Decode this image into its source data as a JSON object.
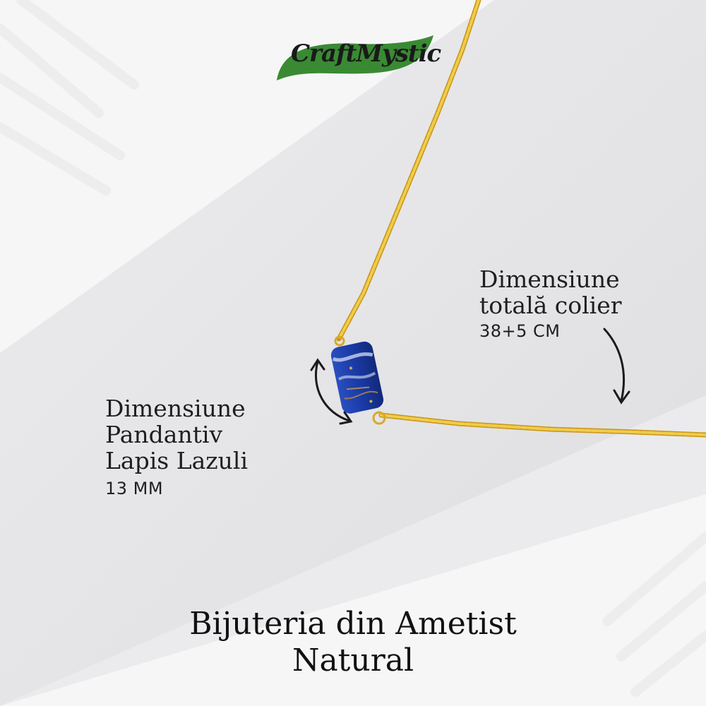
{
  "brand": {
    "name": "CraftMystic",
    "leaf_color": "#3a8a34"
  },
  "labels": {
    "total": {
      "line1": "Dimensiune",
      "line2": "totală colier",
      "measure": "38+5 CM"
    },
    "pendant": {
      "line1": "Dimensiune",
      "line2": "Pandantiv",
      "line3": "Lapis Lazuli",
      "measure": "13 MM"
    }
  },
  "caption": {
    "line1": "Bijuteria din Ametist",
    "line2": "Natural"
  },
  "colors": {
    "chain": "#e2b72c",
    "stone": "#1e3fa8",
    "background": "#f6f6f6",
    "band": "#e4e4e6"
  },
  "icons": {
    "pendant_arrow": "curved-double-arrow-icon",
    "total_arrow": "curved-arrow-down-icon"
  }
}
